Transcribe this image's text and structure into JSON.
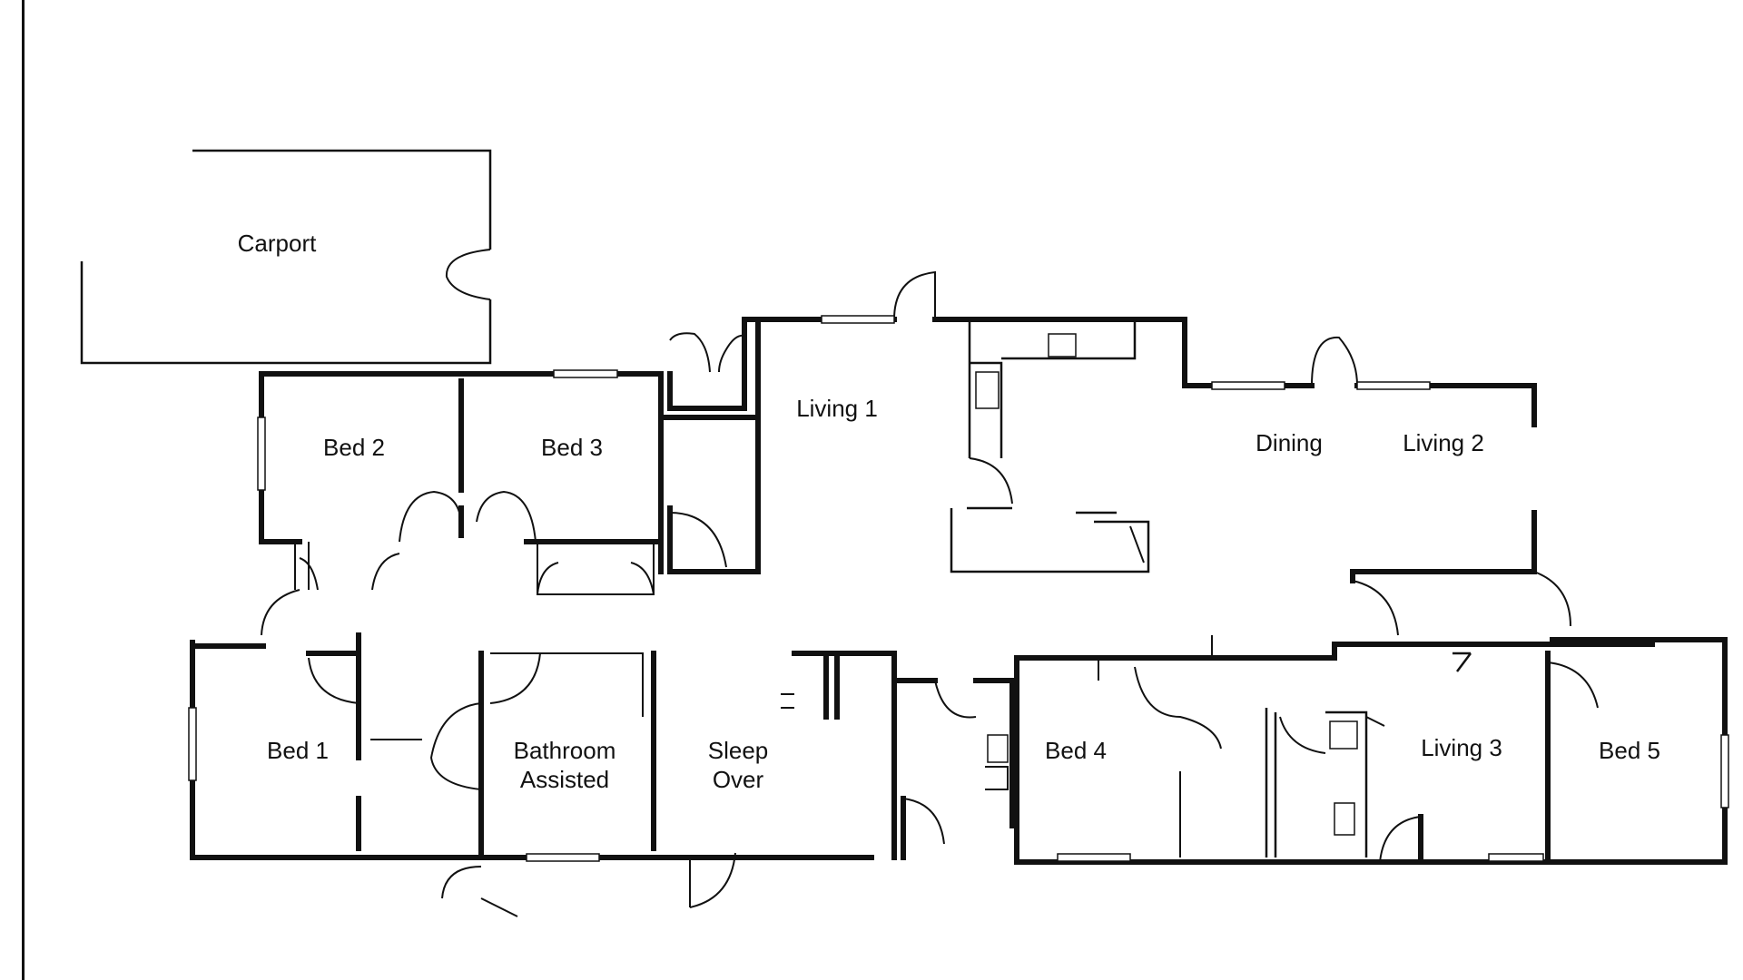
{
  "plan": {
    "rooms": {
      "carport": "Carport",
      "bed2": "Bed 2",
      "bed3": "Bed 3",
      "living1": "Living 1",
      "dining": "Dining",
      "living2": "Living 2",
      "bed1": "Bed 1",
      "bathroom_line1": "Bathroom",
      "bathroom_line2": "Assisted",
      "sleepover_line1": "Sleep",
      "sleepover_line2": "Over",
      "bed4": "Bed 4",
      "living3": "Living 3",
      "bed5": "Bed 5"
    },
    "colors": {
      "ink": "#111111",
      "paper": "#ffffff"
    }
  }
}
